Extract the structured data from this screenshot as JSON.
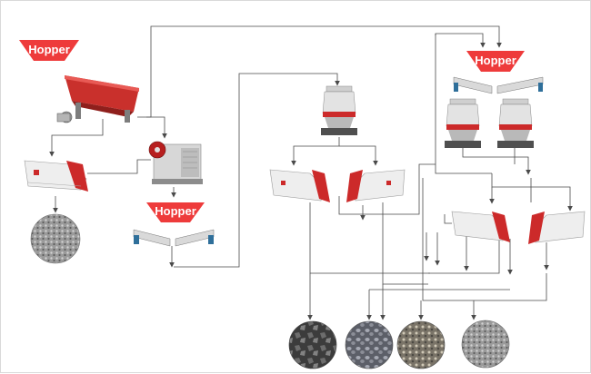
{
  "hoppers": [
    {
      "label": "Hopper"
    },
    {
      "label": "Hopper"
    },
    {
      "label": "Hopper"
    }
  ],
  "colors": {
    "hopper": "#ee3b3b",
    "hopper_text": "#ffffff",
    "flow_line": "#4a4a4a",
    "machine_red": "#cc2a2a",
    "machine_body": "#d9d9d9",
    "feeder_blue": "#2f6f9a",
    "stone": "#8a8a8a"
  },
  "icons": [
    "vibrating-feeder-icon",
    "jaw-crusher-icon",
    "cone-crusher-icon",
    "vibrating-screen-icon",
    "aggregate-pile-icon"
  ]
}
